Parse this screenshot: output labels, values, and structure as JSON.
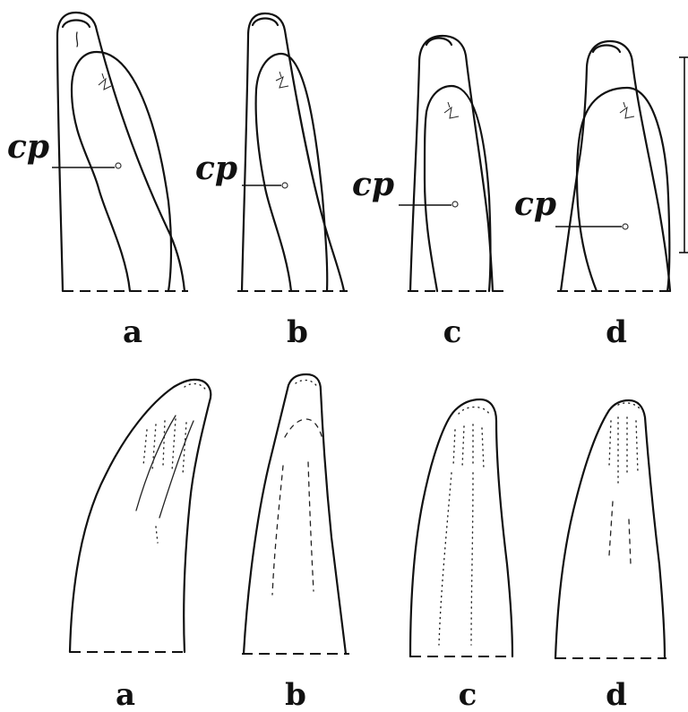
{
  "figure": {
    "top_row": {
      "panels": [
        {
          "letter": "a",
          "pore_label": "cp"
        },
        {
          "letter": "b",
          "pore_label": "cp"
        },
        {
          "letter": "c",
          "pore_label": "cp"
        },
        {
          "letter": "d",
          "pore_label": "cp"
        }
      ]
    },
    "bottom_row": {
      "panels": [
        {
          "letter": "a"
        },
        {
          "letter": "b"
        },
        {
          "letter": "c"
        },
        {
          "letter": "d"
        }
      ]
    }
  }
}
